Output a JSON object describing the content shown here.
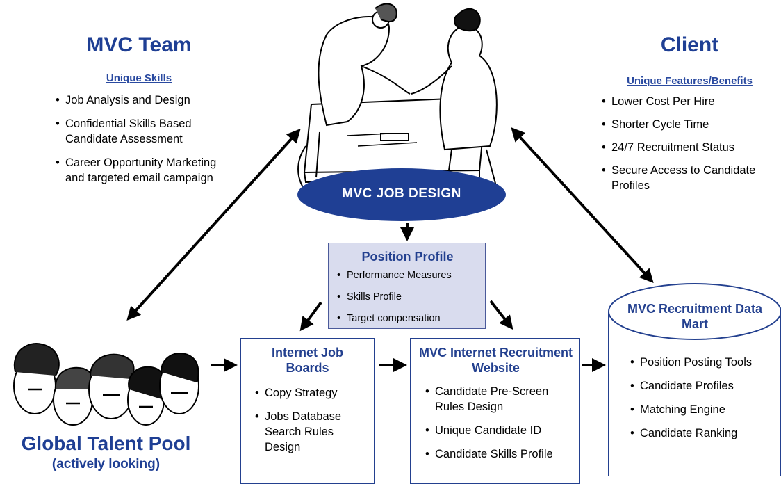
{
  "mvc_team": {
    "title": "MVC Team",
    "subhead": "Unique Skills",
    "items": [
      "Job Analysis and Design",
      "Confidential Skills Based Candidate Assessment",
      "Career Opportunity Marketing and targeted email campaign"
    ]
  },
  "client": {
    "title": "Client",
    "subhead": "Unique Features/Benefits",
    "items": [
      "Lower Cost Per Hire",
      "Shorter Cycle Time",
      "24/7 Recruitment Status",
      "Secure Access to Candidate Profiles"
    ]
  },
  "job_design": {
    "label": "MVC JOB DESIGN"
  },
  "position_profile": {
    "title": "Position Profile",
    "items": [
      "Performance Measures",
      "Skills Profile",
      "Target compensation"
    ]
  },
  "job_boards": {
    "title": "Internet Job Boards",
    "items": [
      "Copy Strategy",
      "Jobs Database Search Rules Design"
    ]
  },
  "website": {
    "title": "MVC Internet Recruitment Website",
    "items": [
      "Candidate Pre-Screen Rules Design",
      "Unique Candidate ID",
      "Candidate Skills Profile"
    ]
  },
  "data_mart": {
    "title": "MVC Recruitment Data Mart",
    "items": [
      "Position Posting Tools",
      "Candidate Profiles",
      "Matching Engine",
      "Candidate Ranking"
    ]
  },
  "talent_pool": {
    "title": "Global Talent Pool",
    "subtitle": "(actively looking)"
  },
  "colors": {
    "brand_blue": "#1f3f94",
    "ellipse_fill": "#1f3f94",
    "profile_fill": "#d9dcee"
  }
}
